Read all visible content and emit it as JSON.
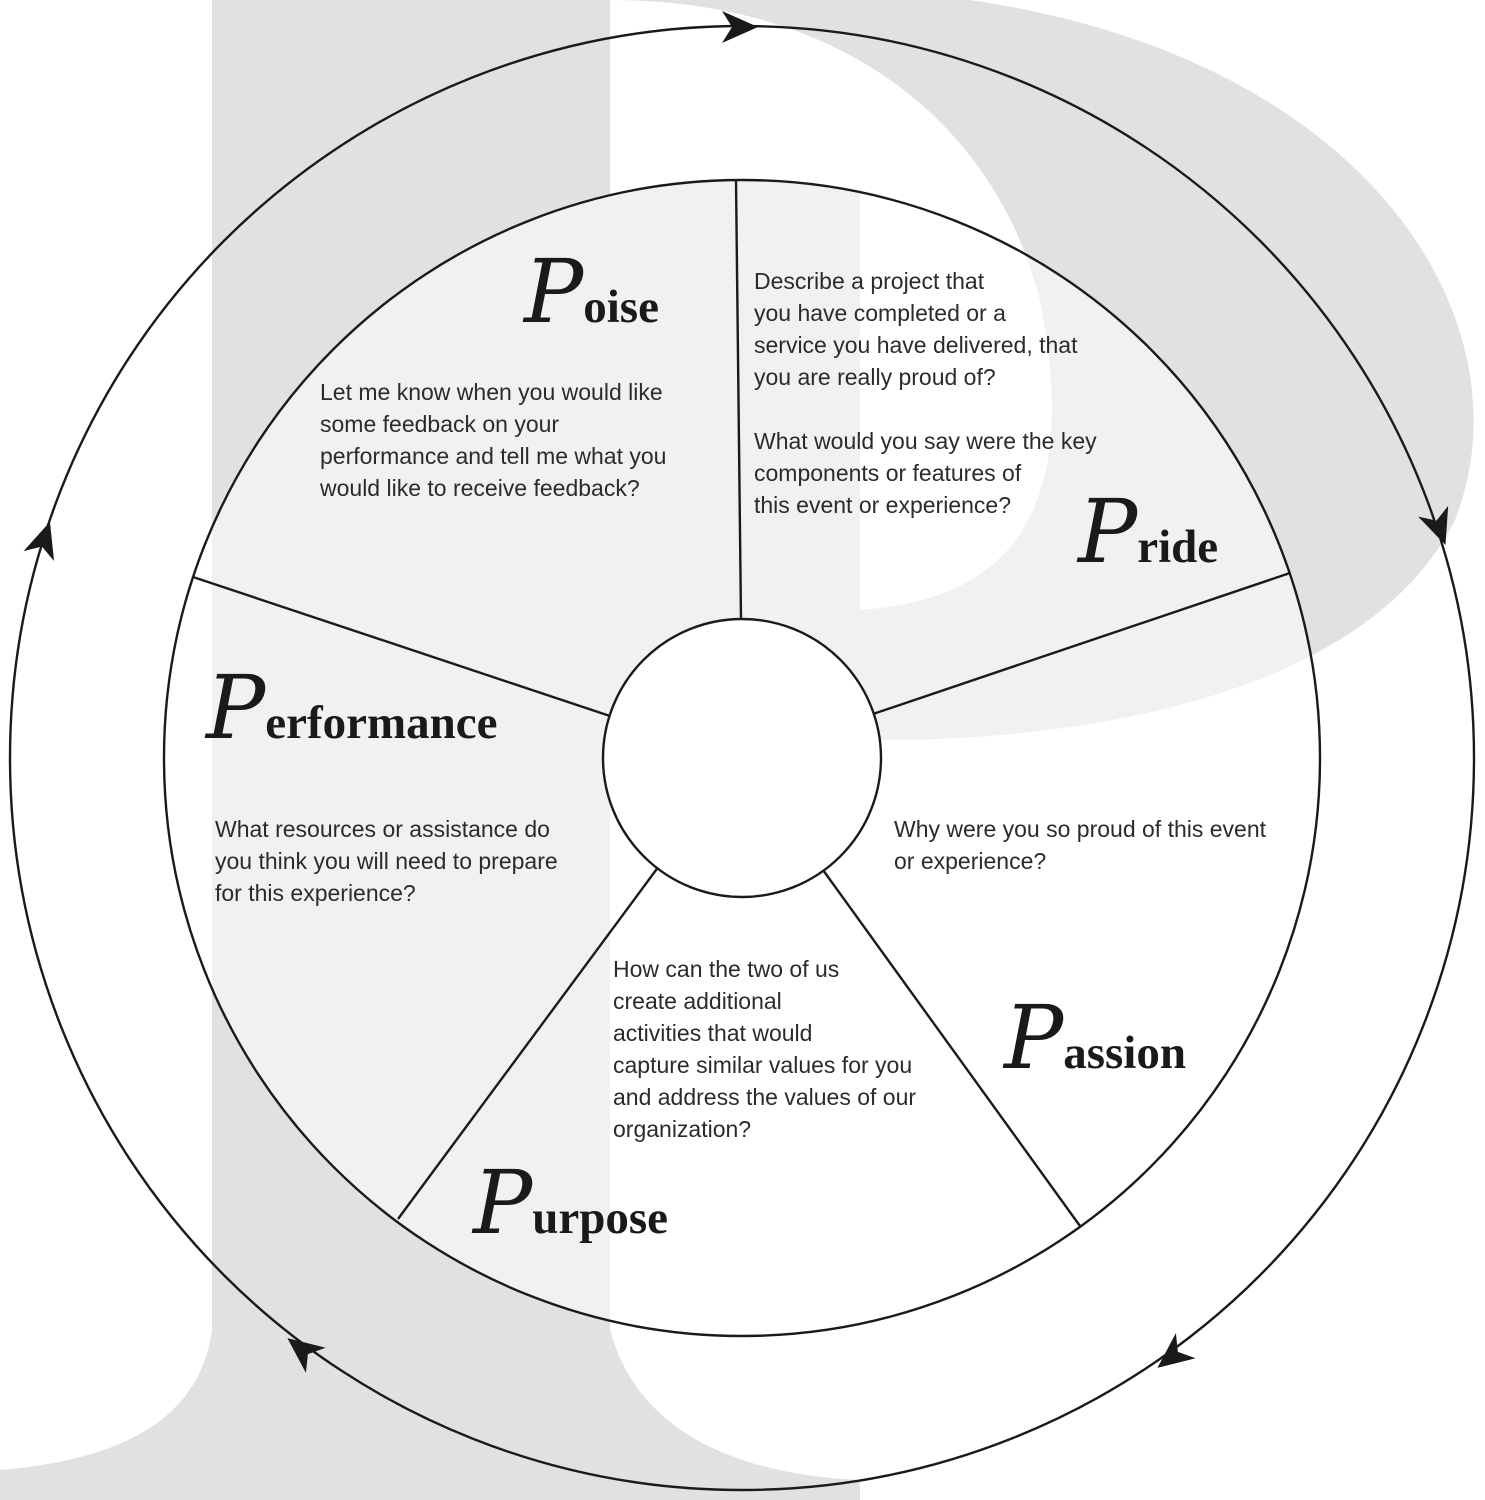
{
  "colors": {
    "background": "#ffffff",
    "watermark": "#e1e1e3",
    "segment_tint": "#f1f1f3",
    "stroke": "#1a1a1a"
  },
  "watermark": {
    "letter": "p",
    "role": "decorative background letter"
  },
  "segments": {
    "poise": {
      "initial": "P",
      "rest": "oise",
      "lines": [
        "Let me know when you would like",
        "some feedback on your",
        "performance and tell me what you",
        "would like to receive feedback?"
      ]
    },
    "pride": {
      "initial": "P",
      "rest": "ride",
      "lines": [
        "Describe a project that",
        "you have completed or a",
        "service you have delivered, that",
        "you are really proud of?",
        "",
        "What would you say were the key",
        "components or features of",
        "this event or experience?"
      ]
    },
    "passion": {
      "initial": "P",
      "rest": "assion",
      "lines": [
        "Why were you so proud of this event",
        "or experience?"
      ]
    },
    "purpose": {
      "initial": "P",
      "rest": "urpose",
      "lines": [
        "How can the two of us",
        "create additional",
        "activities that would",
        "capture similar values for you",
        "and address the values of our",
        "organization?"
      ]
    },
    "performance": {
      "initial": "P",
      "rest": "erformance",
      "lines": [
        "What resources or assistance do",
        "you think you will need to prepare",
        "for this experience?"
      ]
    }
  },
  "cycle_direction": "clockwise"
}
